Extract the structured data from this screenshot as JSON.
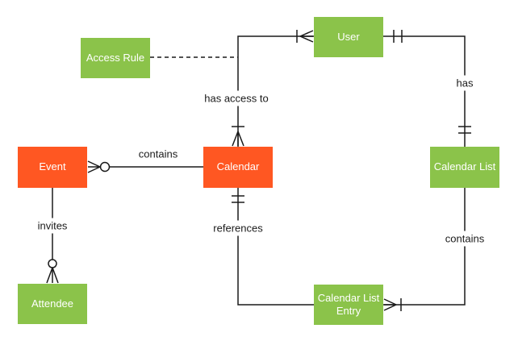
{
  "diagram": {
    "type": "entity-relationship",
    "notation": "crows-foot",
    "colors": {
      "entity_orange": "#ff5722",
      "entity_green": "#8bc34a",
      "entity_text": "#ffffff",
      "line": "#1a1a1a",
      "label_text": "#1a1a1a",
      "background": "#ffffff"
    },
    "entities": [
      {
        "label": "Access Rule",
        "variant": "green"
      },
      {
        "label": "User",
        "variant": "green"
      },
      {
        "label": "Event",
        "variant": "orange"
      },
      {
        "label": "Calendar",
        "variant": "orange"
      },
      {
        "label": "Calendar List",
        "variant": "green"
      },
      {
        "label": "Calendar List Entry",
        "variant": "green"
      },
      {
        "label": "Attendee",
        "variant": "green"
      }
    ],
    "relationships": [
      {
        "label": "contains",
        "from": "Calendar",
        "to": "Event",
        "from_end": "plain",
        "to_end": "zero-or-many",
        "style": "solid"
      },
      {
        "label": "has access to",
        "from": "User",
        "to": "Calendar",
        "from_end": "one-or-many",
        "to_end": "one-or-many",
        "style": "solid"
      },
      {
        "label": "has",
        "from": "User",
        "to": "Calendar List",
        "from_end": "exactly-one",
        "to_end": "exactly-one",
        "style": "solid"
      },
      {
        "label": "contains",
        "from": "Calendar List",
        "to": "Calendar List Entry",
        "from_end": "plain",
        "to_end": "one-or-many",
        "style": "solid"
      },
      {
        "label": "references",
        "from": "Calendar",
        "to": "Calendar List Entry",
        "from_end": "exactly-one",
        "to_end": "plain",
        "style": "solid"
      },
      {
        "label": "invites",
        "from": "Event",
        "to": "Attendee",
        "from_end": "plain",
        "to_end": "zero-or-many",
        "style": "solid"
      },
      {
        "label": "",
        "from": "Access Rule",
        "to": "has access to relationship",
        "from_end": "plain",
        "to_end": "plain",
        "style": "dashed"
      }
    ]
  }
}
